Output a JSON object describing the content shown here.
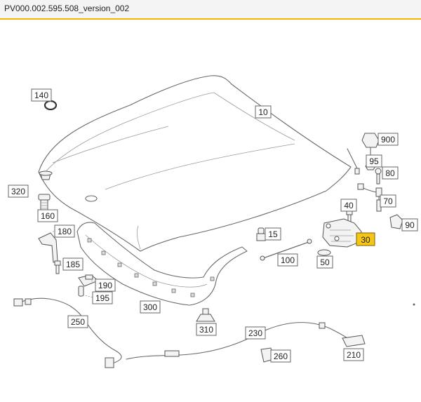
{
  "header": {
    "title": "PV000.002.595.508_version_002"
  },
  "callouts": {
    "c10": "10",
    "c15": "15",
    "c30": "30",
    "c40": "40",
    "c50": "50",
    "c70": "70",
    "c80": "80",
    "c90": "90",
    "c95": "95",
    "c100": "100",
    "c140": "140",
    "c160": "160",
    "c180": "180",
    "c185": "185",
    "c190": "190",
    "c195": "195",
    "c210": "210",
    "c230": "230",
    "c250": "250",
    "c260": "260",
    "c300": "300",
    "c310": "310",
    "c320": "320",
    "c900": "900"
  },
  "highlight_color": "#f5c518",
  "accent_color": "#f2b705"
}
